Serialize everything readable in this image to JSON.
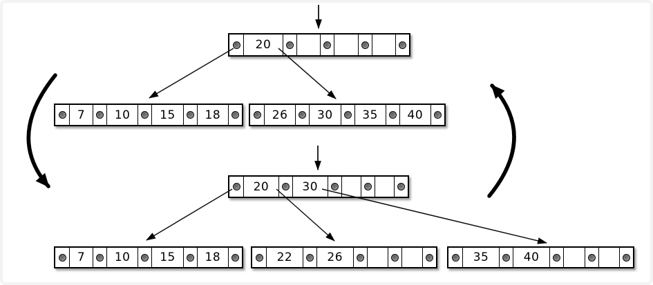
{
  "diagram": {
    "colors": {
      "node_fill": "#ffffff",
      "node_border": "#000000",
      "pointer_dot": "#7a7a7a",
      "arrow": "#000000"
    },
    "icons": {
      "pointer_dot": "filled-circle",
      "insertion_cursor": "down-arrow",
      "cycle_left": "curved-arrow-down",
      "cycle_right": "curved-arrow-up"
    },
    "tree_before": {
      "root": {
        "keys": [
          "20",
          "",
          "",
          ""
        ]
      },
      "children": [
        {
          "keys": [
            "7",
            "10",
            "15",
            "18"
          ]
        },
        {
          "keys": [
            "26",
            "30",
            "35",
            "40"
          ]
        }
      ]
    },
    "tree_after": {
      "root": {
        "keys": [
          "20",
          "30",
          "",
          ""
        ]
      },
      "children": [
        {
          "keys": [
            "7",
            "10",
            "15",
            "18"
          ]
        },
        {
          "keys": [
            "22",
            "26",
            "",
            ""
          ]
        },
        {
          "keys": [
            "35",
            "40",
            "",
            ""
          ]
        }
      ]
    }
  }
}
